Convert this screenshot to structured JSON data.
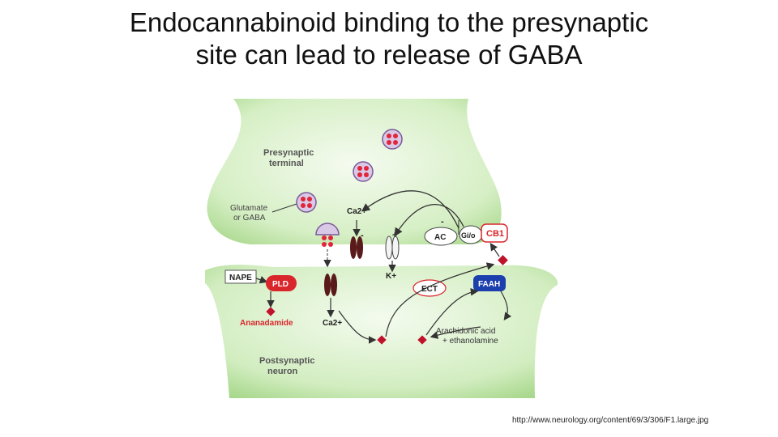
{
  "title": {
    "line1": "Endocannabinoid binding to  the presynaptic",
    "line2": "site can lead to release of GABA"
  },
  "diagram": {
    "presynaptic_label_1": "Presynaptic",
    "presynaptic_label_2": "terminal",
    "glutamate_label_1": "Glutamate",
    "glutamate_label_2": "or GABA",
    "ca_top": "Ca2+",
    "k_label": "K+",
    "ac_label": "AC",
    "gio_label": "Gi/o",
    "cb1_label": "CB1",
    "nape_label": "NAPE",
    "pld_label": "PLD",
    "ect_label": "ECT",
    "faah_label": "FAAH",
    "anandamide_label": "Ananadamide",
    "ca_bottom": "Ca2+",
    "arachidonic_1": "Arachidonic acid",
    "arachidonic_2": "+ ethanolamine",
    "postsynaptic_label_1": "Postsynaptic",
    "postsynaptic_label_2": "neuron",
    "minus_sign": "-",
    "plus_sign": "+",
    "colors": {
      "membrane_green": "#c9e8b4",
      "membrane_edge": "#a7d48a",
      "pld_red": "#d9262b",
      "faah_blue": "#1c3fae",
      "arrow": "#333333",
      "vesicle_fill": "#d9c9e6",
      "vesicle_dot": "#e2253a"
    }
  },
  "source_url": "http://www.neurology.org/content/69/3/306/F1.large.jpg"
}
